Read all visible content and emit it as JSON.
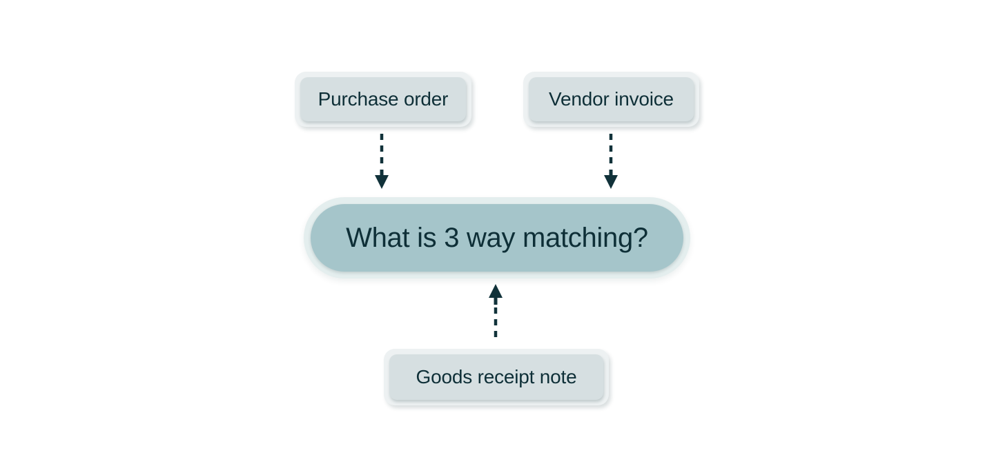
{
  "colors": {
    "background": "#ffffff",
    "node_outer": "#edf1f2",
    "node_inner": "#d6dfe1",
    "center_ring": "#e4eeee",
    "center_fill": "#a5c5ca",
    "text": "#0e2f37",
    "arrow": "#11323a"
  },
  "diagram": {
    "center_label": "What is 3 way matching?",
    "sources": [
      {
        "label": "Purchase order"
      },
      {
        "label": "Vendor invoice"
      },
      {
        "label": "Goods receipt note"
      }
    ]
  }
}
